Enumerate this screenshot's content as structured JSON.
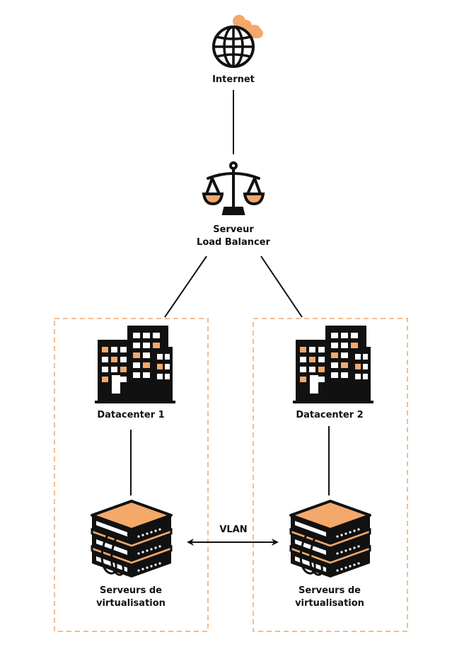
{
  "colors": {
    "accent": "#F4A86A",
    "stroke": "#111111",
    "dash": "#F0A568"
  },
  "nodes": {
    "internet": {
      "label": "Internet",
      "icon": "globe-cloud-icon"
    },
    "load_balancer": {
      "label_line1": "Serveur",
      "label_line2": "Load Balancer",
      "icon": "balance-scale-icon"
    },
    "datacenter1": {
      "label": "Datacenter 1",
      "icon": "building-icon"
    },
    "datacenter2": {
      "label": "Datacenter 2",
      "icon": "building-icon"
    },
    "servers1": {
      "label_line1": "Serveurs de",
      "label_line2": "virtualisation",
      "icon": "server-stack-icon"
    },
    "servers2": {
      "label_line1": "Serveurs de",
      "label_line2": "virtualisation",
      "icon": "server-stack-icon"
    }
  },
  "links": {
    "vlan": {
      "label": "VLAN"
    }
  }
}
